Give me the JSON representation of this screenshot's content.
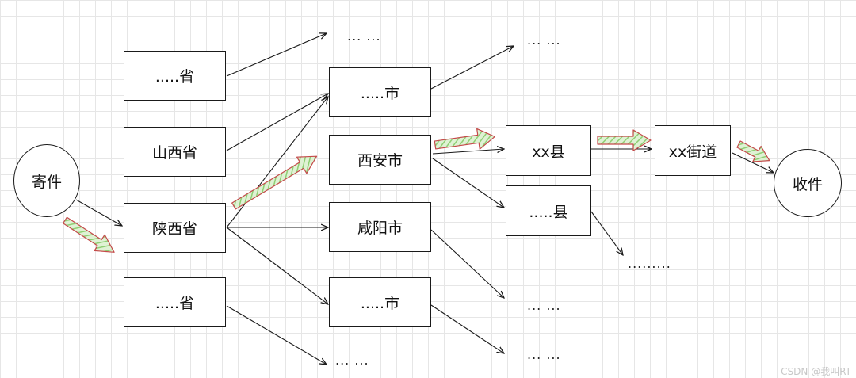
{
  "nodes": {
    "sender": "寄件",
    "receiver": "收件",
    "province_top": ".....省",
    "shanxi": "山西省",
    "shaanxi": "陕西省",
    "province_bottom": ".....省",
    "city_top": ".....市",
    "xian": "西安市",
    "xianyang": "咸阳市",
    "city_bottom": ".....市",
    "county_xx": "xx县",
    "county_dots": ".....县",
    "street_xx": "xx街道"
  },
  "ellipses": {
    "top_middle": "... ...",
    "top_right": "... ...",
    "county_below": ".........",
    "lower_right": "... ...",
    "bottom_middle": "... ...",
    "bottom_right": "... ..."
  },
  "watermark": "CSDN @我叫RT",
  "colors": {
    "line": "#1a1a1a",
    "highlight_arrow_fill": "#a6d98c",
    "highlight_arrow_stroke": "#c44a4a"
  }
}
